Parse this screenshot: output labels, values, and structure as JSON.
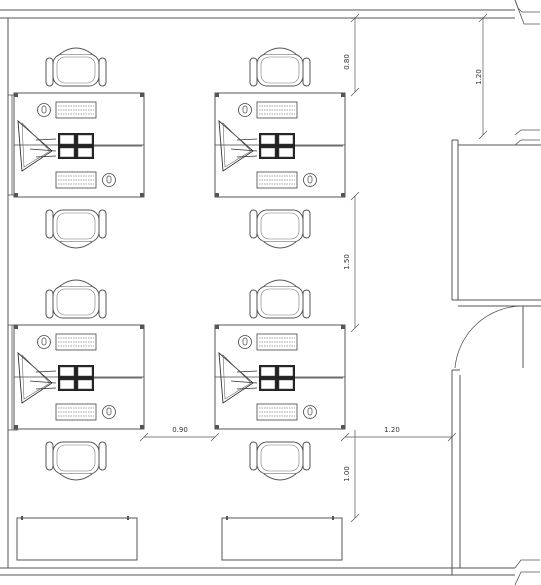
{
  "dimensions": {
    "d1": "0.80",
    "d2": "1.20",
    "d3": "1.50",
    "d4": "0.90",
    "d5": "1.20",
    "d6": "1.00"
  },
  "workstations": [
    {
      "id": "ws-top-left"
    },
    {
      "id": "ws-top-right"
    },
    {
      "id": "ws-bottom-left"
    },
    {
      "id": "ws-bottom-right"
    }
  ],
  "cabinets": [
    {
      "id": "cabinet-left"
    },
    {
      "id": "cabinet-right"
    }
  ]
}
